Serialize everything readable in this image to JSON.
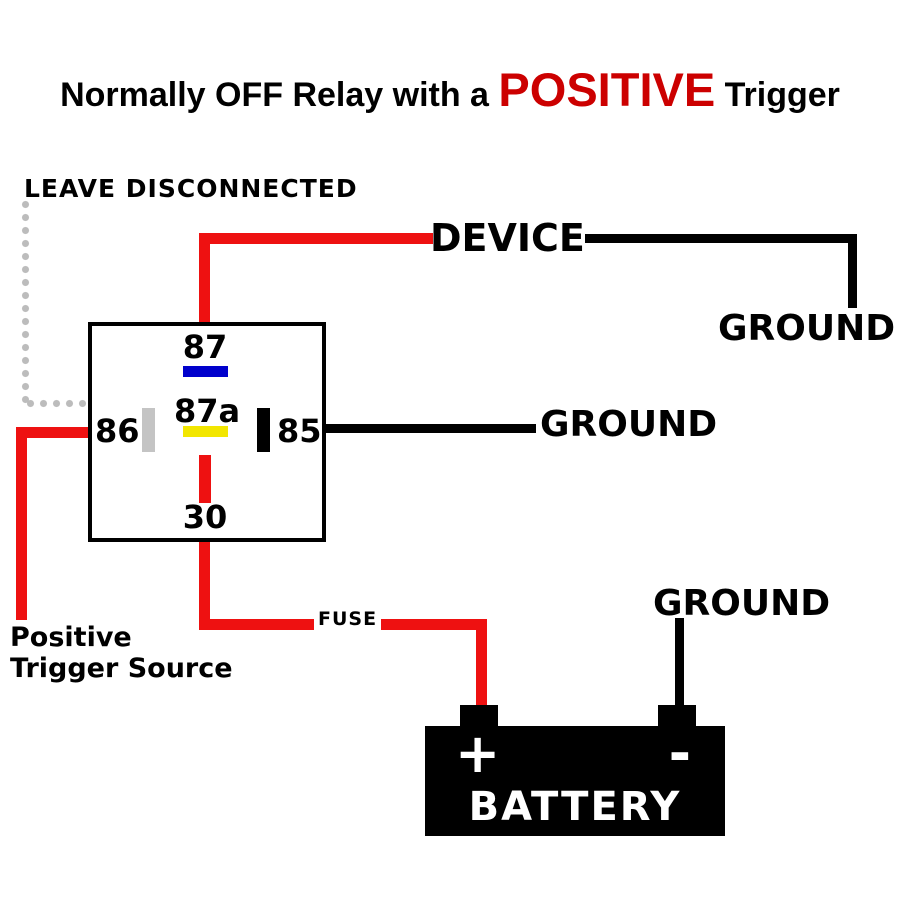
{
  "title": {
    "prefix": "Normally OFF Relay with a ",
    "highlight": "POSITIVE",
    "suffix": " Trigger"
  },
  "annotations": {
    "leave_disconnected": "LEAVE DISCONNECTED",
    "device": "DEVICE",
    "ground_top_right": "GROUND",
    "ground_middle": "GROUND",
    "ground_bottom": "GROUND",
    "positive_trigger_line1": "Positive",
    "positive_trigger_line2": "Trigger Source",
    "fuse": "FUSE"
  },
  "relay": {
    "terminal_87": "87",
    "terminal_87a": "87a",
    "terminal_86": "86",
    "terminal_85": "85",
    "terminal_30": "30"
  },
  "battery": {
    "name": "BATTERY",
    "positive": "+",
    "negative": "-"
  },
  "colors": {
    "title_highlight": "#cc0000",
    "wire_red": "#ee1111",
    "wire_black": "#000000",
    "dotted_gray": "#bcbcbc",
    "terminal_87_bar": "#0000cc",
    "terminal_87a_bar": "#f2e600",
    "terminal_86_bar": "#c4c4c4",
    "terminal_85_bar": "#000000",
    "terminal_30_bar": "#ee1111",
    "battery_body": "#000000"
  }
}
